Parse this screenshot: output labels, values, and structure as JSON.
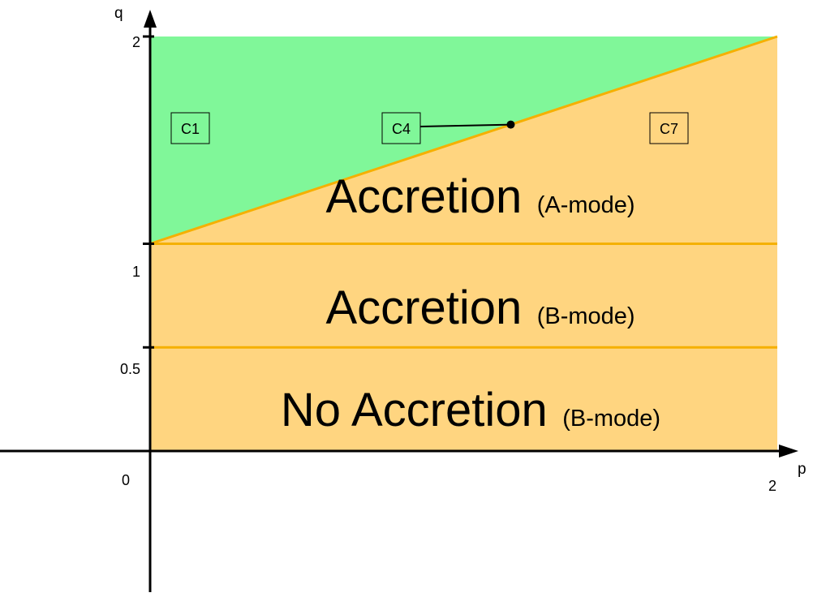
{
  "axes": {
    "x_name": "p",
    "y_name": "q",
    "origin_label": "0",
    "x_ticks": [
      {
        "value": 2,
        "label": "2"
      }
    ],
    "y_ticks": [
      {
        "value": 0.5,
        "label": "0.5"
      },
      {
        "value": 1,
        "label": "1"
      },
      {
        "value": 2,
        "label": "2"
      }
    ],
    "xlim": [
      0,
      2
    ],
    "ylim": [
      0,
      2
    ]
  },
  "regions": {
    "upper_region": {
      "color": "#80F799",
      "boundary": "q = 1 + p/2"
    },
    "accretion_a": {
      "main": "Accretion",
      "mode": "(A-mode)",
      "color": "#FFD580"
    },
    "accretion_b": {
      "main": "Accretion",
      "mode": "(B-mode)",
      "color": "#FFD580"
    },
    "no_accretion": {
      "main": "No Accretion",
      "mode": "(B-mode)",
      "color": "#FFD580"
    }
  },
  "line_color": "#F5B000",
  "cases": [
    {
      "label": "C1"
    },
    {
      "label": "C4"
    },
    {
      "label": "C7"
    }
  ],
  "marker": {
    "p": 1.15,
    "q": 1.575
  }
}
